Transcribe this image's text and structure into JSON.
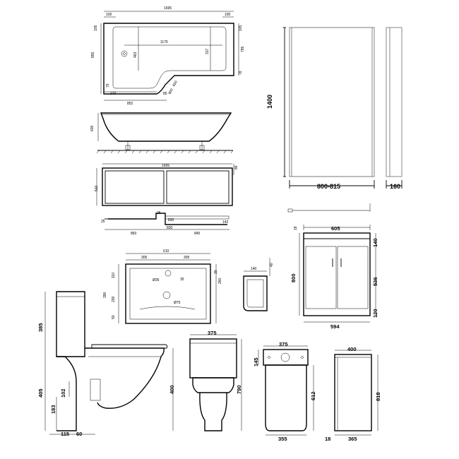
{
  "bath_plan": {
    "labels": [
      "1695",
      "100",
      "100",
      "105",
      "105",
      "855",
      "795",
      "463",
      "1175",
      "317",
      "76",
      "78",
      "270",
      "85",
      "852",
      "650",
      "800"
    ]
  },
  "bath_side": {
    "labels": [
      "600"
    ]
  },
  "bath_panel": {
    "labels": [
      "1695",
      "510",
      "86"
    ]
  },
  "bath_section": {
    "labels": [
      "25",
      "25",
      "830",
      "142",
      "850",
      "830",
      "845"
    ]
  },
  "shower_screen": {
    "height_label": "1400",
    "width_label": "800-815",
    "side_label": "160"
  },
  "basin": {
    "labels": [
      "610",
      "305",
      "305",
      "110",
      "30",
      "260",
      "390",
      "230",
      "50",
      "35",
      "Ø35",
      "Ø75"
    ]
  },
  "basin_side": {
    "labels": [
      "140",
      "40"
    ]
  },
  "vanity": {
    "labels": [
      "605",
      "18",
      "140",
      "800",
      "536",
      "120",
      "594"
    ]
  },
  "wc_side": {
    "labels": [
      "385",
      "405",
      "400",
      "102",
      "183",
      "115",
      "60"
    ]
  },
  "wc_front": {
    "labels": [
      "375",
      "790"
    ]
  },
  "wc_top": {
    "labels": [
      "375",
      "145",
      "612",
      "355"
    ]
  },
  "wc_unit": {
    "labels": [
      "400",
      "818",
      "18",
      "365"
    ]
  }
}
